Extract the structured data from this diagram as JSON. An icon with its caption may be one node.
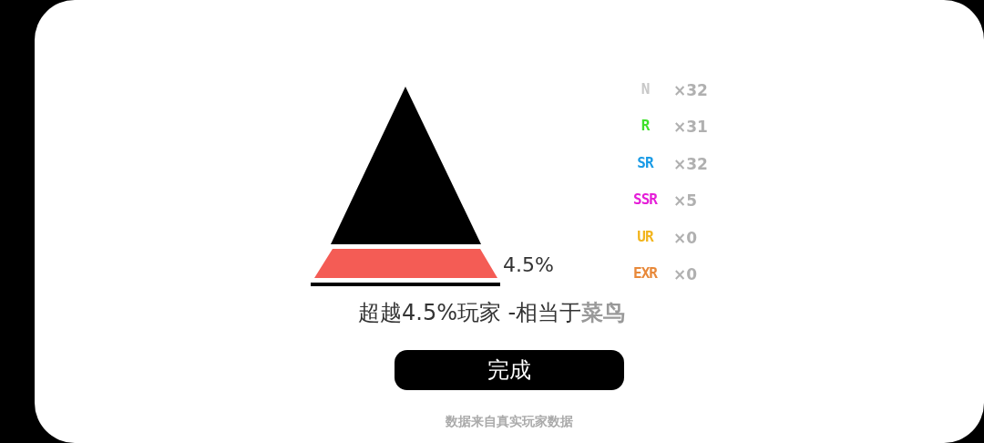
{
  "diagram": {
    "labels": [
      "4.5%",
      "N",
      "×32",
      "R",
      "×31",
      "SR",
      "×32",
      "SSR",
      "×5",
      "UR",
      "×0",
      "EXR",
      "×0",
      "超越4.5%玩家 -相当于",
      "菜鸟",
      "完成",
      "数据来自真实玩家数据"
    ]
  }
}
